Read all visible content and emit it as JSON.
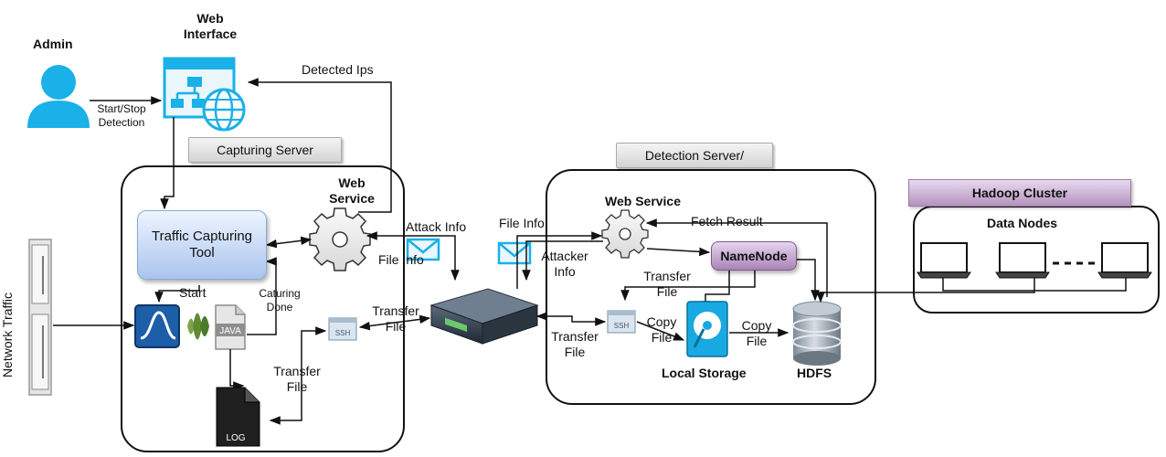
{
  "actors": {
    "admin": "Admin",
    "web_interface": "Web\nInterface",
    "start_stop": "Start/Stop\nDetection",
    "network_traffic": "Network Traffic"
  },
  "capturing_server": {
    "title": "Capturing Server",
    "web_service": "Web\nService",
    "tool": "Traffic Capturing\nTool",
    "start": "Start",
    "capturing_done": "Caturing\nDone",
    "transfer_file_1": "Transfer\nFile",
    "transfer_file_2": "Transfer\nFile",
    "java_label": "JAVA",
    "ssh_label": "SSH",
    "log_label": "LOG"
  },
  "flows": {
    "detected_ips": "Detected Ips",
    "attack_info": "Attack Info",
    "file_info_left": "File Info",
    "file_info_right": "File Info",
    "attacker_info": "Attacker\nInfo"
  },
  "detection_server": {
    "title": "Detection Server/",
    "web_service": "Web Service",
    "fetch_result": "Fetch Result",
    "namenode": "NameNode",
    "transfer_file_in": "Transfer\nFile",
    "transfer_file_top": "Transfer\nFile",
    "copy_file_1": "Copy\nFile",
    "copy_file_2": "Copy\nFile",
    "local_storage": "Local Storage",
    "hdfs": "HDFS",
    "ssh_label": "SSH"
  },
  "hadoop_cluster": {
    "title": "Hadoop Cluster",
    "data_nodes": "Data Nodes"
  }
}
